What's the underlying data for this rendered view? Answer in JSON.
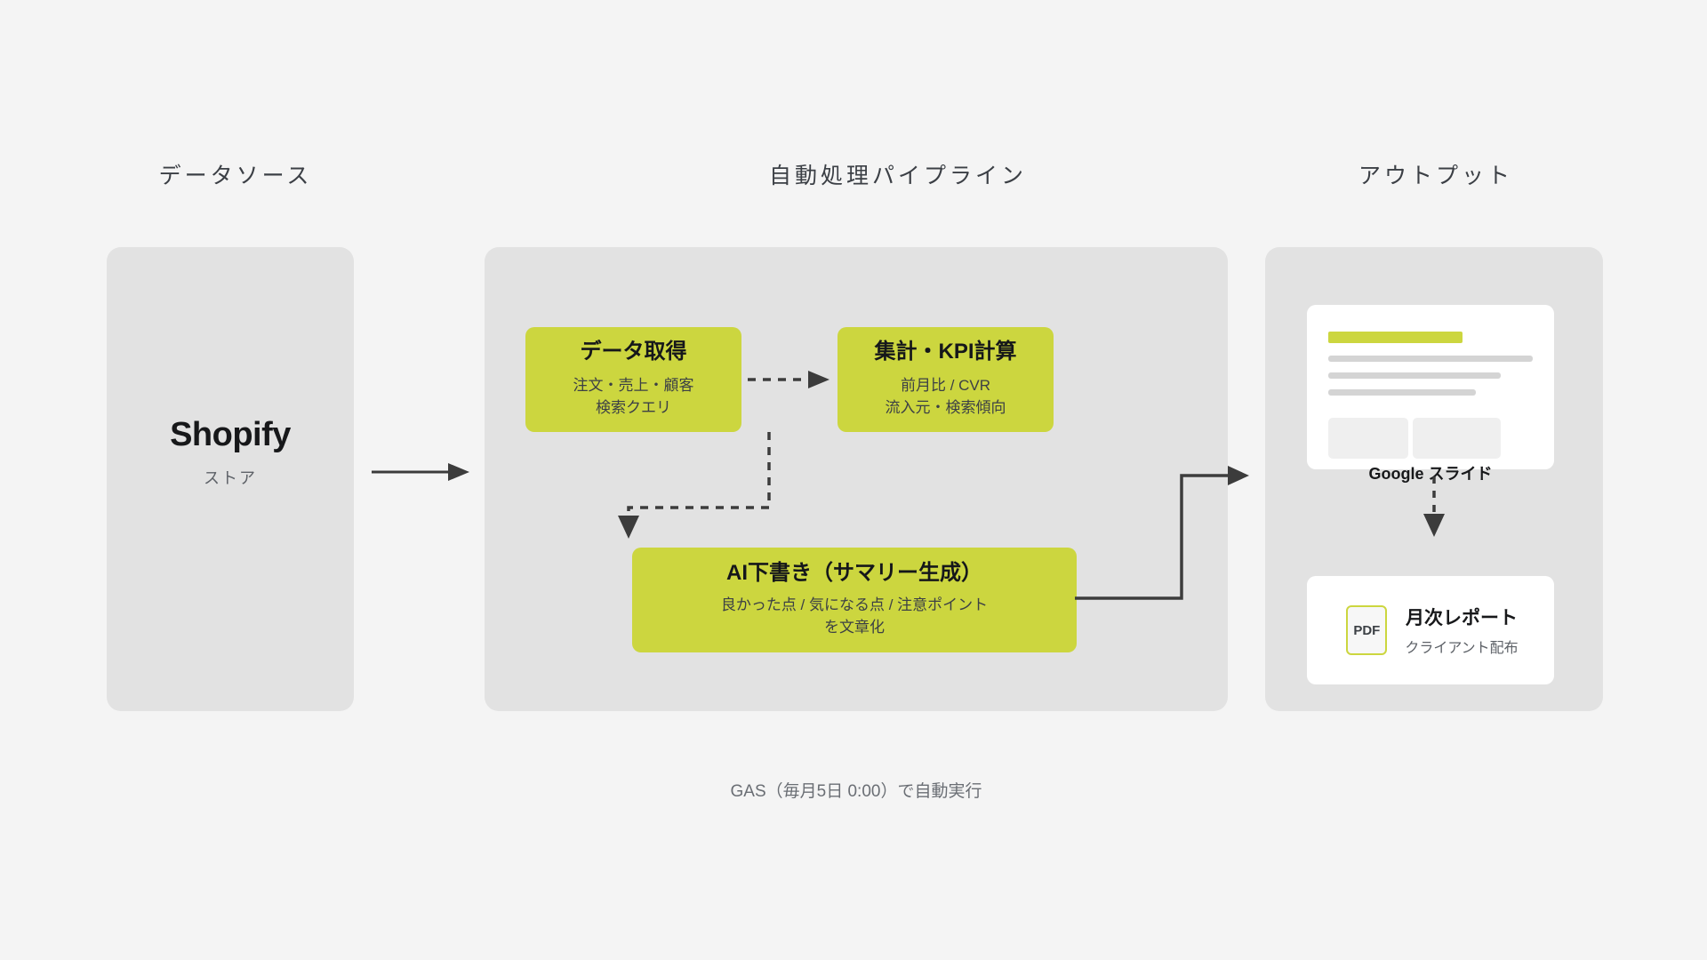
{
  "columns": {
    "source_header": "データソース",
    "pipeline_header": "自動処理パイプライン",
    "output_header": "アウトプット"
  },
  "source": {
    "title": "Shopify",
    "subtitle": "ストア"
  },
  "pipeline": {
    "steps": [
      {
        "id": "fetch",
        "title": "データ取得",
        "sub_line1": "注文・売上・顧客",
        "sub_line2": "検索クエリ"
      },
      {
        "id": "kpi",
        "title": "集計・KPI計算",
        "sub_line1": "前月比 / CVR",
        "sub_line2": "流入元・検索傾向"
      },
      {
        "id": "ai",
        "title": "AI下書き（サマリー生成）",
        "sub_line1": "良かった点 / 気になる点 / 注意ポイント",
        "sub_line2": "を文章化"
      }
    ]
  },
  "output": {
    "slides": {
      "caption": "Google スライド"
    },
    "pdf": {
      "badge": "PDF",
      "title": "月次レポート",
      "subtitle": "クライアント配布"
    }
  },
  "footer": {
    "note": "GAS（毎月5日 0:00）で自動実行"
  },
  "colors": {
    "page_background": "#f4f4f4",
    "panel_background": "#e2e2e2",
    "accent_green": "#ccd63f",
    "card_white": "#ffffff",
    "connector": "#3c3c3c",
    "text_primary": "#17181a",
    "text_muted": "#5e6268"
  }
}
